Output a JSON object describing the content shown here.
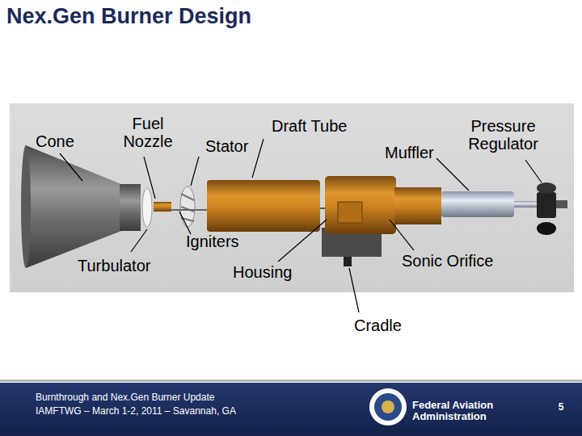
{
  "diagram": {
    "title": "Nex.Gen Burner Design",
    "labels": [
      "Cone",
      "Fuel Nozzle",
      "Stator",
      "Draft Tube",
      "Muffler",
      "Pressure Regulator",
      "Turbulator",
      "Igniters",
      "Housing",
      "Sonic Orifice",
      "Cradle",
      "Burnthrough and Nex.Gen Burner Update",
      "IAMFTWG – March 1-2, 2011 – Savannah, GA",
      "Federal Aviation Administration",
      "5"
    ]
  }
}
